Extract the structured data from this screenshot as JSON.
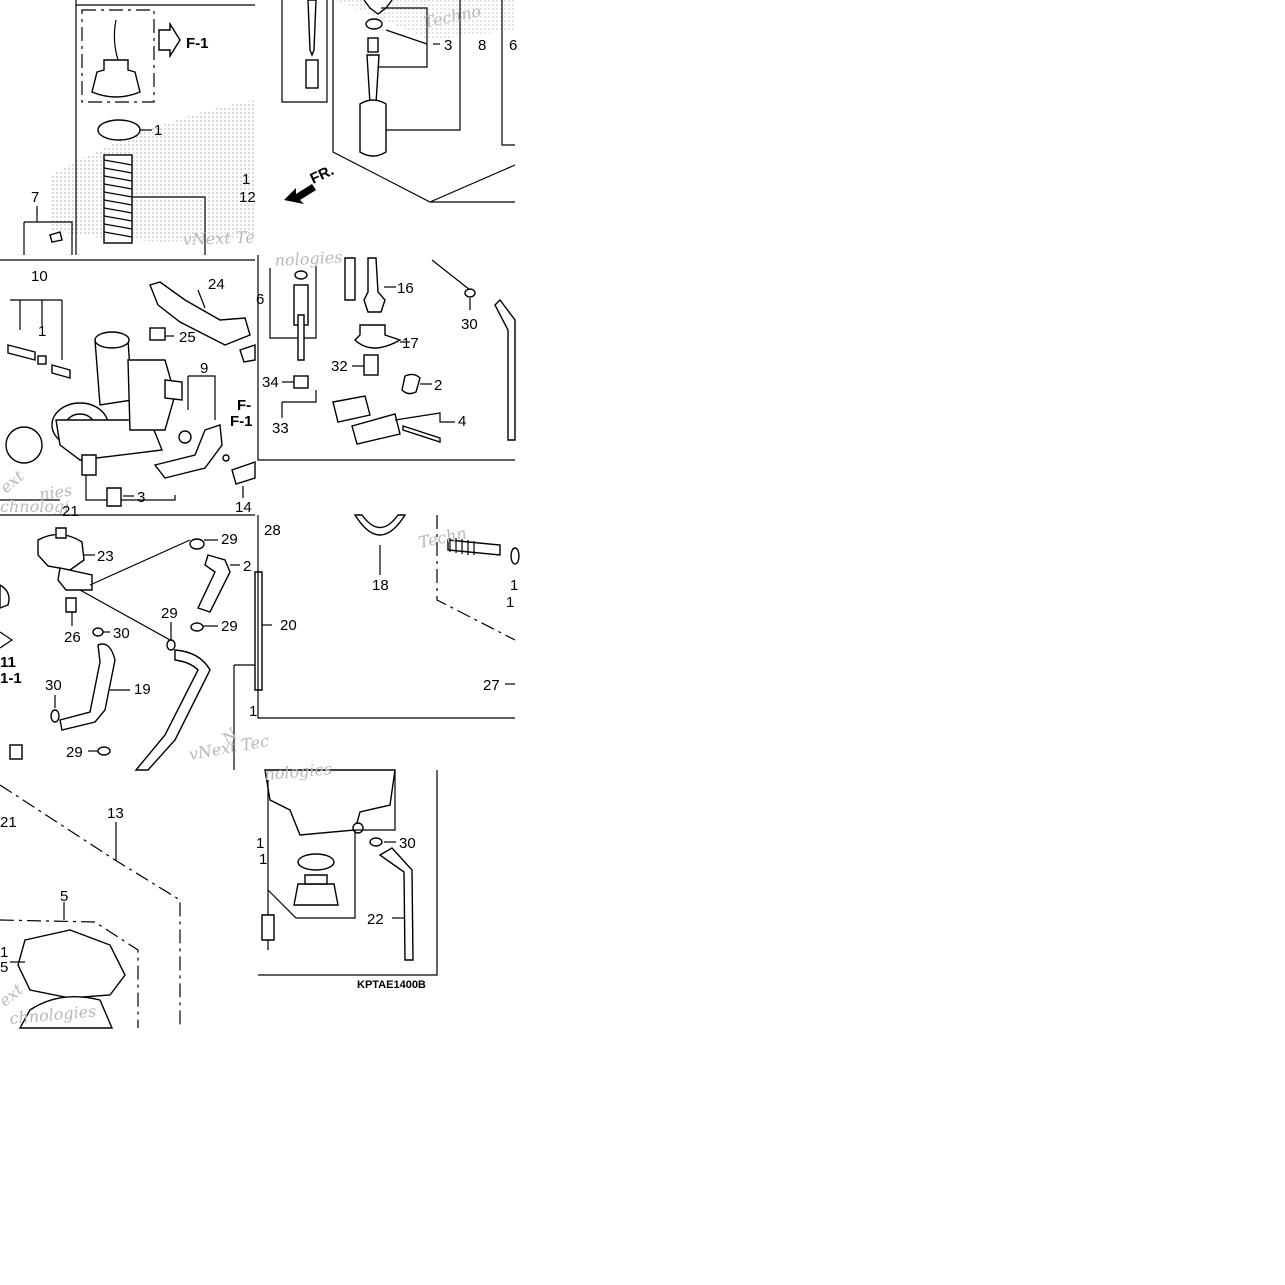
{
  "callouts": [
    {
      "id": "f1-top",
      "text": "F-1"
    },
    {
      "id": "n1-a",
      "text": "1"
    },
    {
      "id": "n1-b",
      "text": "1"
    },
    {
      "id": "n12",
      "text": "12"
    },
    {
      "id": "n7",
      "text": "7"
    },
    {
      "id": "n3-top",
      "text": "3"
    },
    {
      "id": "n8",
      "text": "8"
    },
    {
      "id": "n6-top",
      "text": "6"
    },
    {
      "id": "n10",
      "text": "10"
    },
    {
      "id": "n1-c",
      "text": "1"
    },
    {
      "id": "n24",
      "text": "24"
    },
    {
      "id": "n25",
      "text": "25"
    },
    {
      "id": "n9",
      "text": "9"
    },
    {
      "id": "f1-mid-a",
      "text": "F-"
    },
    {
      "id": "f1-mid-b",
      "text": "F-1"
    },
    {
      "id": "n3-mid",
      "text": "3"
    },
    {
      "id": "n14",
      "text": "14"
    },
    {
      "id": "n21-a",
      "text": "21"
    },
    {
      "id": "n16",
      "text": "16"
    },
    {
      "id": "n6-mid",
      "text": "6"
    },
    {
      "id": "n17",
      "text": "17"
    },
    {
      "id": "n32",
      "text": "32"
    },
    {
      "id": "n34",
      "text": "34"
    },
    {
      "id": "n2",
      "text": "2"
    },
    {
      "id": "n4",
      "text": "4"
    },
    {
      "id": "n33",
      "text": "33"
    },
    {
      "id": "n30-a",
      "text": "30"
    },
    {
      "id": "n28",
      "text": "28"
    },
    {
      "id": "n23",
      "text": "23"
    },
    {
      "id": "n29-a",
      "text": "29"
    },
    {
      "id": "n2-b",
      "text": "2"
    },
    {
      "id": "n26",
      "text": "26"
    },
    {
      "id": "n30-b",
      "text": "30"
    },
    {
      "id": "n29-b",
      "text": "29"
    },
    {
      "id": "n29-c",
      "text": "29"
    },
    {
      "id": "n20",
      "text": "20"
    },
    {
      "id": "n11",
      "text": "11"
    },
    {
      "id": "n1-1",
      "text": "1-1"
    },
    {
      "id": "n30-c",
      "text": "30"
    },
    {
      "id": "n19",
      "text": "19"
    },
    {
      "id": "n29-d",
      "text": "29"
    },
    {
      "id": "n18",
      "text": "18"
    },
    {
      "id": "n27",
      "text": "27"
    },
    {
      "id": "n1-d",
      "text": "1"
    },
    {
      "id": "n1-e",
      "text": "1"
    },
    {
      "id": "n1-f",
      "text": "1"
    },
    {
      "id": "n13",
      "text": "13"
    },
    {
      "id": "n21-b",
      "text": "21"
    },
    {
      "id": "n5-a",
      "text": "5"
    },
    {
      "id": "n1-g",
      "text": "1"
    },
    {
      "id": "n5-b",
      "text": "5"
    },
    {
      "id": "n1-h",
      "text": "1"
    },
    {
      "id": "n1-i",
      "text": "1"
    },
    {
      "id": "n30-d",
      "text": "30"
    },
    {
      "id": "n22",
      "text": "22"
    }
  ],
  "direction_marker": "FR.",
  "diagram_code": "KPTAE1400B",
  "watermarks": [
    "vNext Te",
    "Techno",
    "vNext Tec",
    "Techn",
    "Technologies",
    "vNext Tec",
    "Technologi"
  ]
}
